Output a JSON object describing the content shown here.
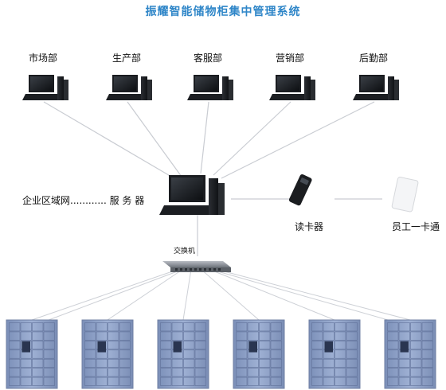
{
  "title": "振耀智能储物柜集中管理系统",
  "departments": [
    {
      "label": "市场部"
    },
    {
      "label": "生产部"
    },
    {
      "label": "客服部"
    },
    {
      "label": "营销部"
    },
    {
      "label": "后勤部"
    }
  ],
  "network_label": "企业区域网............ 服 务 器",
  "server_label": "服务器",
  "card_reader_label": "读卡器",
  "employee_card_label": "员工一卡通",
  "switch_label": "交换机",
  "locker_count": 6,
  "colors": {
    "title": "#2f86c8",
    "locker_panel": "#8fa3c9",
    "line": "#c9ccd2"
  }
}
